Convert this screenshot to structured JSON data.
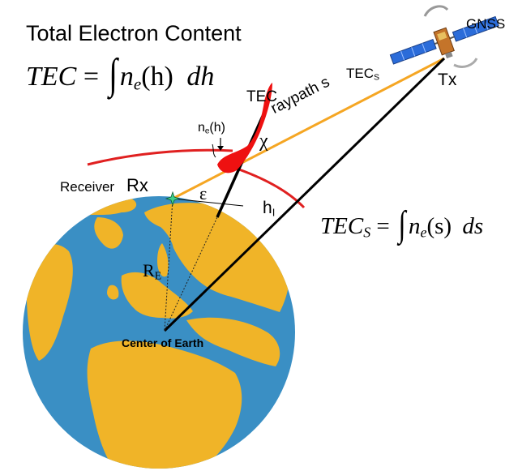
{
  "title": "Total Electron Content",
  "formula_vertical": {
    "lhs": "TEC",
    "eq": "=",
    "integral": "∫",
    "n": "n",
    "n_sub": "e",
    "arg": "(h)",
    "diff": "dh"
  },
  "formula_slant": {
    "lhs": "TEC",
    "lhs_sub": "S",
    "eq": "=",
    "integral": "∫",
    "n": "n",
    "n_sub": "e",
    "arg": "(s)",
    "diff": "ds"
  },
  "labels": {
    "gnss": "GNSS",
    "tx": "Tx",
    "tecs": "TEC",
    "tecs_sub": "S",
    "tec": "TEC",
    "raypath": "raypath s",
    "chi": "χ",
    "ne_h_n": "n",
    "ne_h_sub": "e",
    "ne_h_arg": "(h)",
    "receiver": "Receiver",
    "rx": "Rx",
    "epsilon": "ε",
    "hi": "h",
    "hi_sub": "I",
    "re": "R",
    "re_sub": "E",
    "center": "Center of Earth"
  },
  "colors": {
    "ocean": "#3a8fc4",
    "land": "#f0b428",
    "ray": "#f5a623",
    "ionosphere_arc": "#e02020",
    "profile_red": "#ee1111",
    "satellite_panel": "#2b6cd9"
  }
}
